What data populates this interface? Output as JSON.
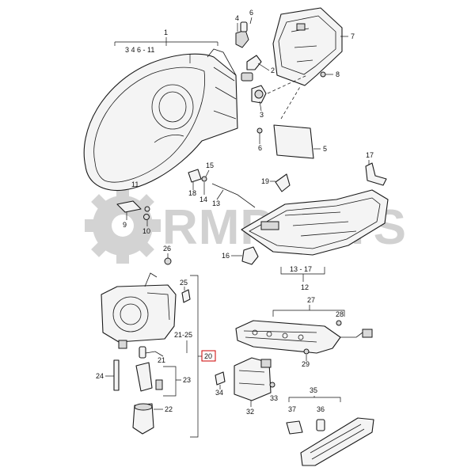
{
  "watermark": {
    "text": "RMPARTS"
  },
  "callouts": {
    "c1": "1",
    "c1_range": "3  4    6 - 11",
    "c2": "2",
    "c3": "3",
    "c4": "4",
    "c5": "5",
    "c6a": "6",
    "c6b": "6",
    "c7": "7",
    "c8": "8",
    "c9": "9",
    "c10": "10",
    "c11": "11",
    "c12": "12",
    "c13": "13",
    "c13_17": "13 - 17",
    "c14": "14",
    "c15": "15",
    "c16": "16",
    "c17": "17",
    "c18": "18",
    "c19": "19",
    "c20": "20",
    "c21": "21",
    "c21_25": "21-25",
    "c22": "22",
    "c23": "23",
    "c24": "24",
    "c25": "25",
    "c26": "26",
    "c27": "27",
    "c28": "28",
    "c29": "29",
    "c32": "32",
    "c33": "33",
    "c34": "34",
    "c35": "35",
    "c36": "36",
    "c37": "37"
  }
}
